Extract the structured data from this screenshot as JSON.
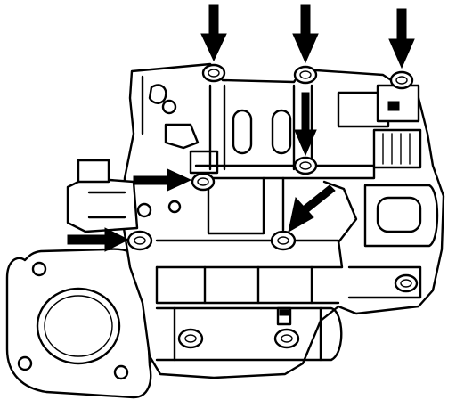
{
  "diagram": {
    "colors": {
      "ink": "#000000",
      "paper": "#ffffff"
    },
    "callout_arrows": [
      {
        "id": "arrow-1",
        "direction": "down",
        "target": "bolt-top-left"
      },
      {
        "id": "arrow-2",
        "direction": "down",
        "target": "bolt-top-center"
      },
      {
        "id": "arrow-3",
        "direction": "down",
        "target": "bolt-top-right"
      },
      {
        "id": "arrow-4",
        "direction": "down",
        "target": "bolt-mid-center"
      },
      {
        "id": "arrow-5",
        "direction": "right",
        "target": "bolt-mid-left"
      },
      {
        "id": "arrow-6",
        "direction": "right",
        "target": "bolt-lower-left"
      },
      {
        "id": "arrow-7",
        "direction": "down-left",
        "target": "bolt-lower-center"
      }
    ]
  }
}
